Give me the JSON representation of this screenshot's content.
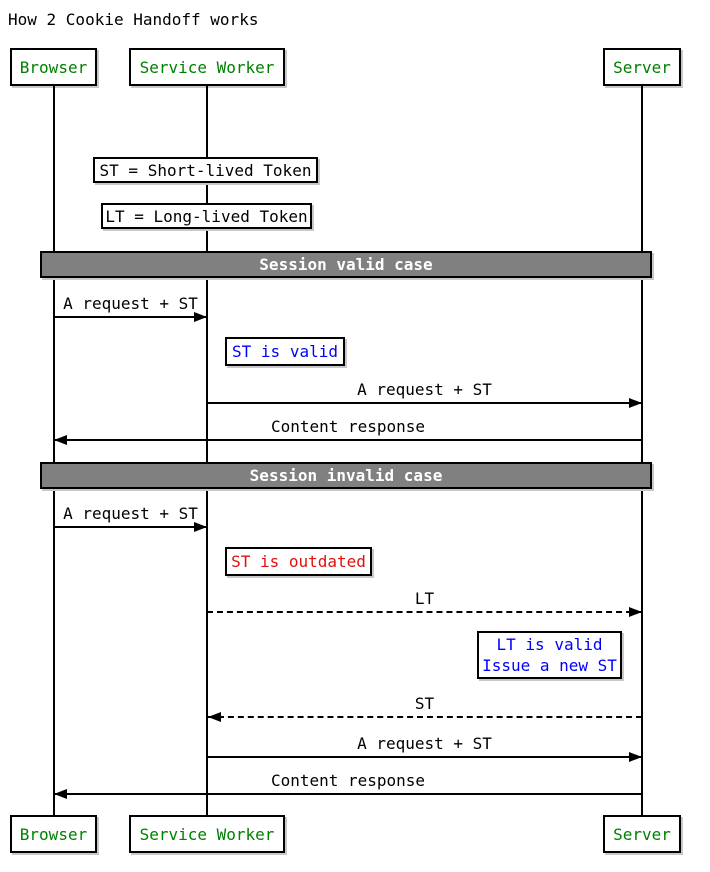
{
  "title": "How 2 Cookie Handoff works",
  "colors": {
    "actor_green": "#008000",
    "status_blue": "#0000ff",
    "status_red": "#e01010",
    "divider_bg": "#808080",
    "divider_text": "#ffffff",
    "line_black": "#000000"
  },
  "actors": {
    "browser": "Browser",
    "service_worker": "Service Worker",
    "server": "Server"
  },
  "legend": [
    {
      "label": "ST = Short-lived Token"
    },
    {
      "label": "LT = Long-lived Token"
    }
  ],
  "sections": [
    {
      "label": "Session valid case"
    },
    {
      "label": "Session invalid case"
    }
  ],
  "messages": [
    {
      "label": "A request + ST",
      "from": "Browser",
      "to": "Service Worker",
      "style": "solid"
    },
    {
      "label": "A request + ST",
      "from": "Service Worker",
      "to": "Server",
      "style": "solid"
    },
    {
      "label": "Content response",
      "from": "Server",
      "to": "Browser",
      "style": "solid"
    },
    {
      "label": "A request + ST",
      "from": "Browser",
      "to": "Service Worker",
      "style": "solid"
    },
    {
      "label": "LT",
      "from": "Service Worker",
      "to": "Server",
      "style": "dashed"
    },
    {
      "label": "ST",
      "from": "Server",
      "to": "Service Worker",
      "style": "dashed"
    },
    {
      "label": "A request + ST",
      "from": "Service Worker",
      "to": "Server",
      "style": "solid"
    },
    {
      "label": "Content response",
      "from": "Server",
      "to": "Browser",
      "style": "solid"
    }
  ],
  "status_notes": [
    {
      "label": "ST is valid"
    },
    {
      "label": "ST is outdated"
    },
    {
      "lines": [
        "LT is valid",
        "Issue a new ST"
      ]
    }
  ]
}
